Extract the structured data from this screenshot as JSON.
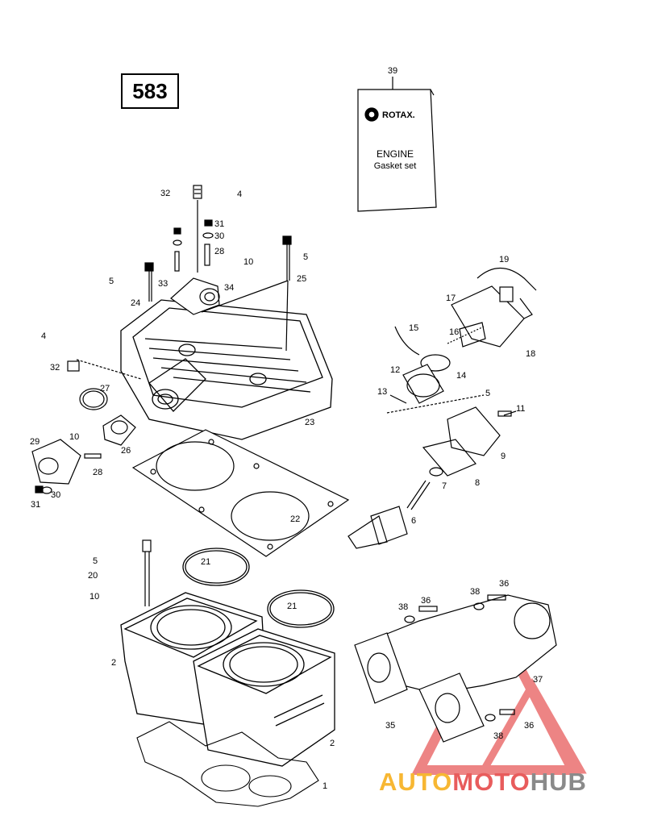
{
  "diagram_number": "583",
  "kit": {
    "number": "39",
    "brand": "ROTAX.",
    "line1": "ENGINE",
    "line2": "Gasket set"
  },
  "callouts": {
    "c1": "1",
    "c2a": "2",
    "c2b": "2",
    "c4a": "4",
    "c4b": "4",
    "c5a": "5",
    "c5b": "5",
    "c5c": "5",
    "c5d": "5",
    "c6": "6",
    "c7": "7",
    "c8": "8",
    "c9": "9",
    "c10a": "10",
    "c10b": "10",
    "c10c": "10",
    "c11": "11",
    "c12": "12",
    "c13": "13",
    "c14": "14",
    "c15": "15",
    "c16": "16",
    "c17": "17",
    "c18": "18",
    "c19": "19",
    "c20": "20",
    "c21a": "21",
    "c21b": "21",
    "c22": "22",
    "c23": "23",
    "c24": "24",
    "c25": "25",
    "c26": "26",
    "c27": "27",
    "c28a": "28",
    "c28b": "28",
    "c29": "29",
    "c30a": "30",
    "c30b": "30",
    "c31a": "31",
    "c31b": "31",
    "c32a": "32",
    "c32b": "32",
    "c33": "33",
    "c34": "34",
    "c35": "35",
    "c36a": "36",
    "c36b": "36",
    "c36c": "36",
    "c37": "37",
    "c38a": "38",
    "c38b": "38",
    "c38c": "38"
  },
  "watermark": {
    "part1": "AUTO",
    "part2": "MOTO",
    "part3": "HUB"
  },
  "colors": {
    "line": "#000000",
    "watermark_red": "#e85c5c",
    "watermark_orange": "#f7b733",
    "watermark_gray": "#8a8a8a"
  }
}
